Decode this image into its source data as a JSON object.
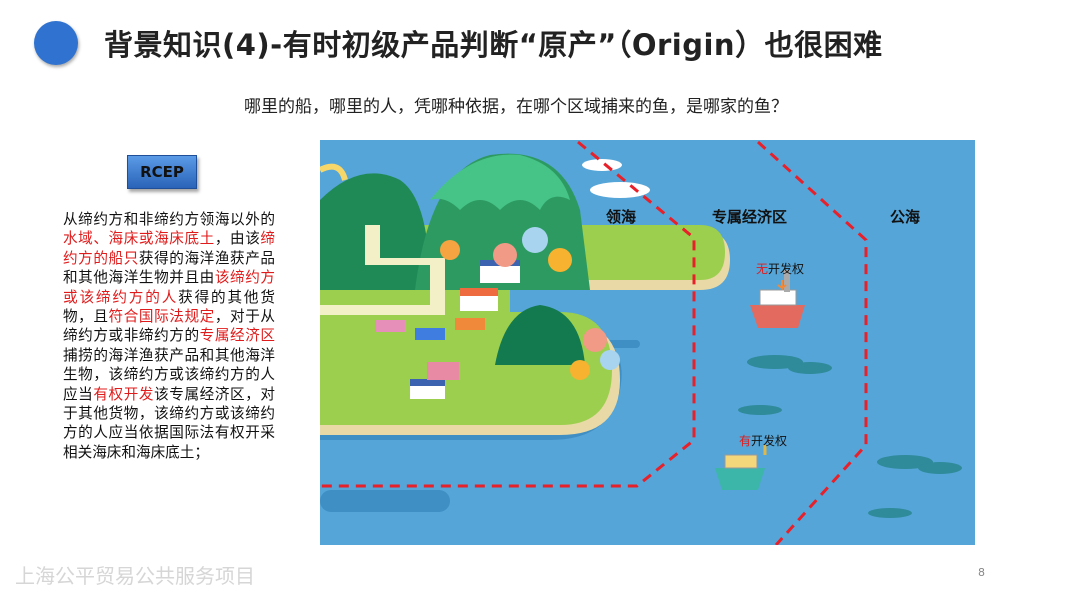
{
  "header": {
    "title": "背景知识(4)-有时初级产品判断“原产”（Origin）也很困难",
    "subtitle": "哪里的船，哪里的人，凭哪种依据，在哪个区域捕来的鱼，是哪家的鱼？"
  },
  "badge": {
    "label": "RCEP"
  },
  "paragraph": [
    {
      "text": "从缔约方和非缔约方领海以外的",
      "red": false
    },
    {
      "text": "水域、海床或海床底土",
      "red": true
    },
    {
      "text": "，由该",
      "red": false
    },
    {
      "text": "缔约方的船只",
      "red": true
    },
    {
      "text": "获得的海洋渔获产品和其他海洋生物并且由",
      "red": false
    },
    {
      "text": "该缔约方或该缔约方的人",
      "red": true
    },
    {
      "text": "获得的其他货物，且",
      "red": false
    },
    {
      "text": "符合国际法规定",
      "red": true
    },
    {
      "text": "，对于从缔约方或非缔约方的",
      "red": false
    },
    {
      "text": "专属经济区",
      "red": true
    },
    {
      "text": "捕捞的海洋渔获产品和其他海洋生物，该缔约方或该缔约方的人应当",
      "red": false
    },
    {
      "text": "有权开发",
      "red": true
    },
    {
      "text": "该专属经济区，对于其他货物，该缔约方或该缔约方的人应当依据国际法有权开采相关海床和海床底土；",
      "red": false
    }
  ],
  "map": {
    "zones": [
      "领海",
      "专属经济区",
      "公海"
    ],
    "no_right": {
      "prefix": "无",
      "rest": "开发权"
    },
    "has_right": {
      "prefix": "有",
      "rest": "开发权"
    }
  },
  "footer": {
    "text": "上海公平贸易公共服务项目",
    "page": "8"
  },
  "colors": {
    "accent": "#2f72d0",
    "red": "#e01b1b",
    "sea": "#55a5d8",
    "boundary": "#e8202a"
  }
}
